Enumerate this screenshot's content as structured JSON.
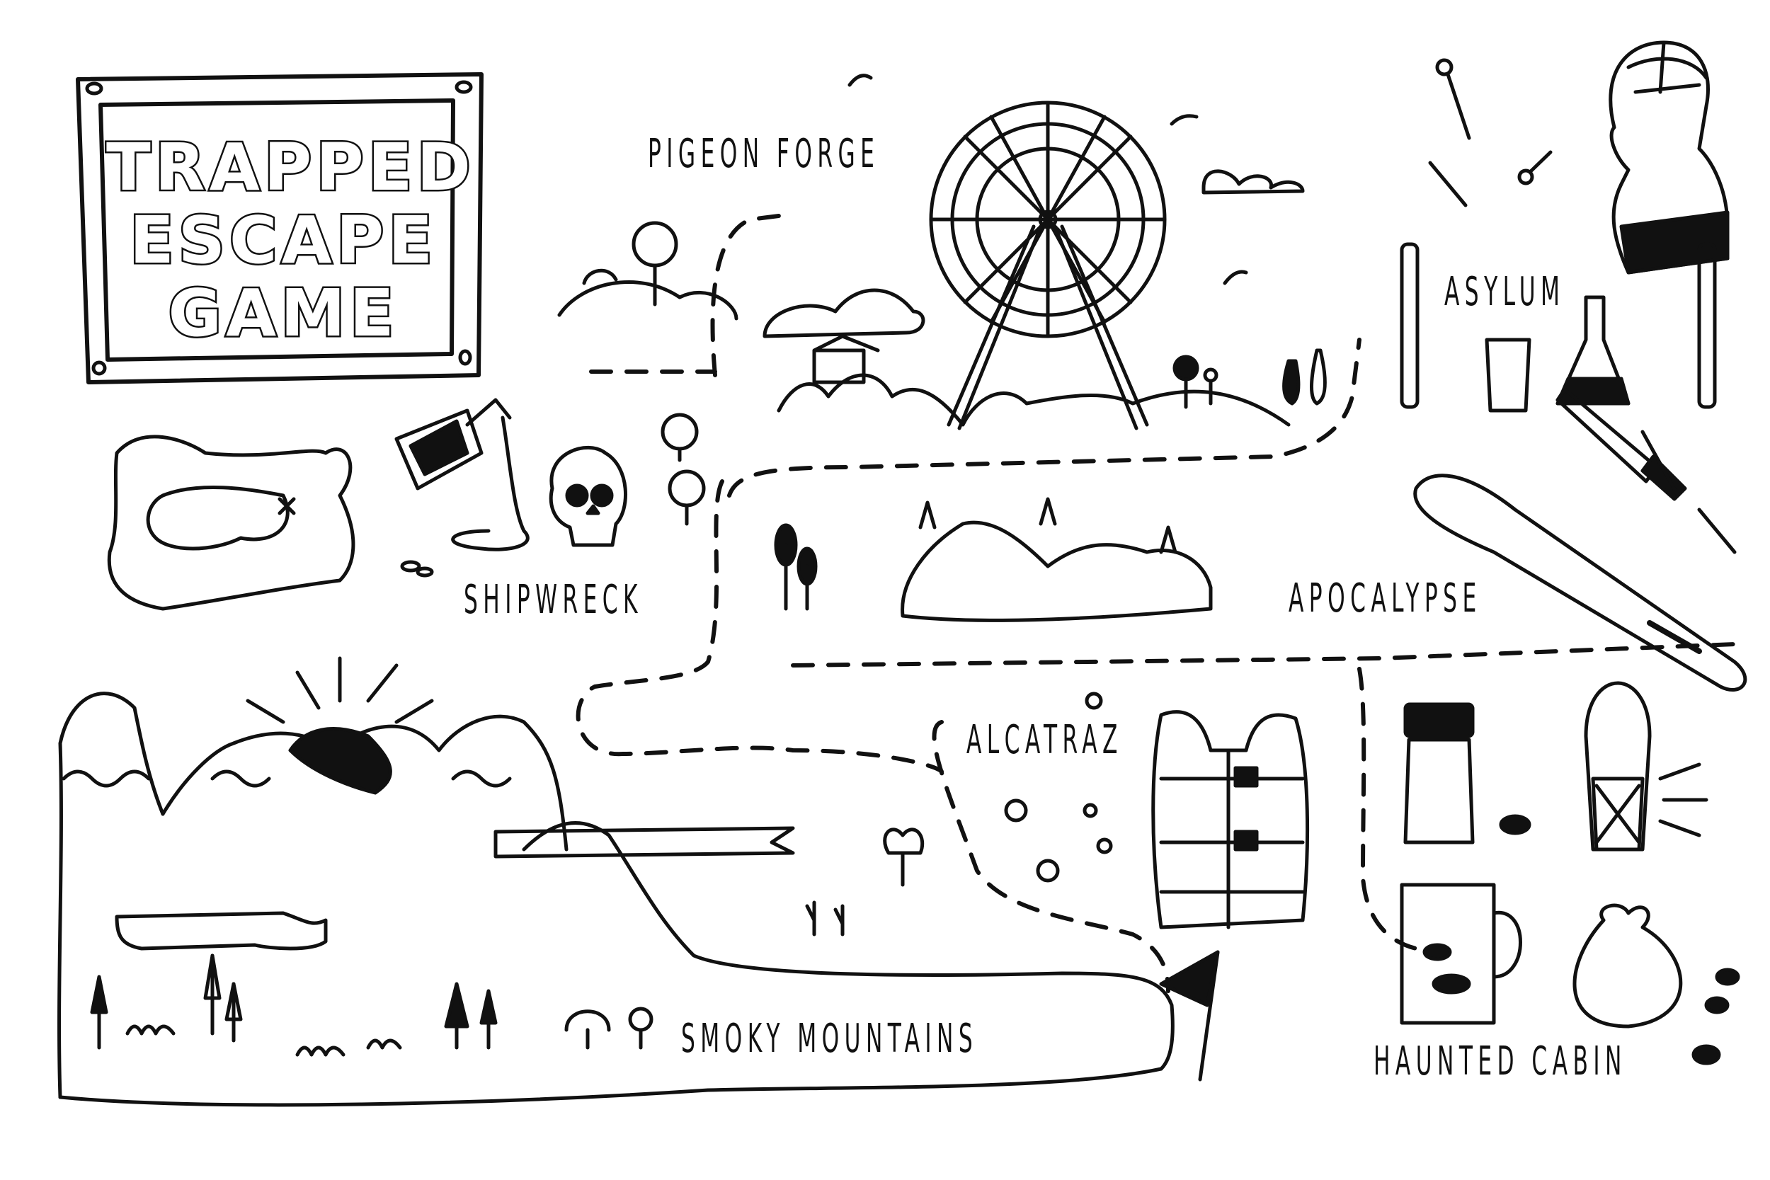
{
  "title": {
    "line1": "TRAPPED",
    "line2": "ESCAPE",
    "line3": "GAME"
  },
  "locations": [
    {
      "id": "pigeon-forge",
      "label": "PIGEON FORGE",
      "icon": "ferris-wheel-icon"
    },
    {
      "id": "asylum",
      "label": "ASYLUM",
      "icon": "phrenology-head-icon"
    },
    {
      "id": "shipwreck",
      "label": "SHIPWRECK",
      "icon": "skull-icon"
    },
    {
      "id": "apocalypse",
      "label": "APOCALYPSE",
      "icon": "spiked-bat-icon"
    },
    {
      "id": "alcatraz",
      "label": "ALCATRAZ",
      "icon": "life-vest-icon"
    },
    {
      "id": "smoky-mountains",
      "label": "SMOKY MOUNTAINS",
      "icon": "mountains-icon"
    },
    {
      "id": "haunted-cabin",
      "label": "HAUNTED CABIN",
      "icon": "lantern-icon"
    }
  ],
  "colors": {
    "ink": "#111111",
    "paper": "#ffffff"
  }
}
